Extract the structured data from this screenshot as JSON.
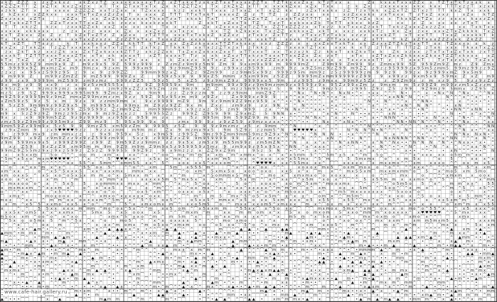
{
  "watermark": {
    "text": "www.cafe-hair.gallery.ru"
  },
  "chart": {
    "kind": "cross-stitch pattern grid",
    "grid_color": "#8c8c8c",
    "major_grid_color": "#3a3a3a",
    "symbol_color": "#111111",
    "background": "#ffffff",
    "symbols": [
      "x",
      "z",
      "Z",
      "9",
      "m",
      "T",
      "5",
      "♥",
      "^",
      "⌒",
      "•",
      "N",
      "■",
      "▲",
      "k",
      "o"
    ]
  }
}
